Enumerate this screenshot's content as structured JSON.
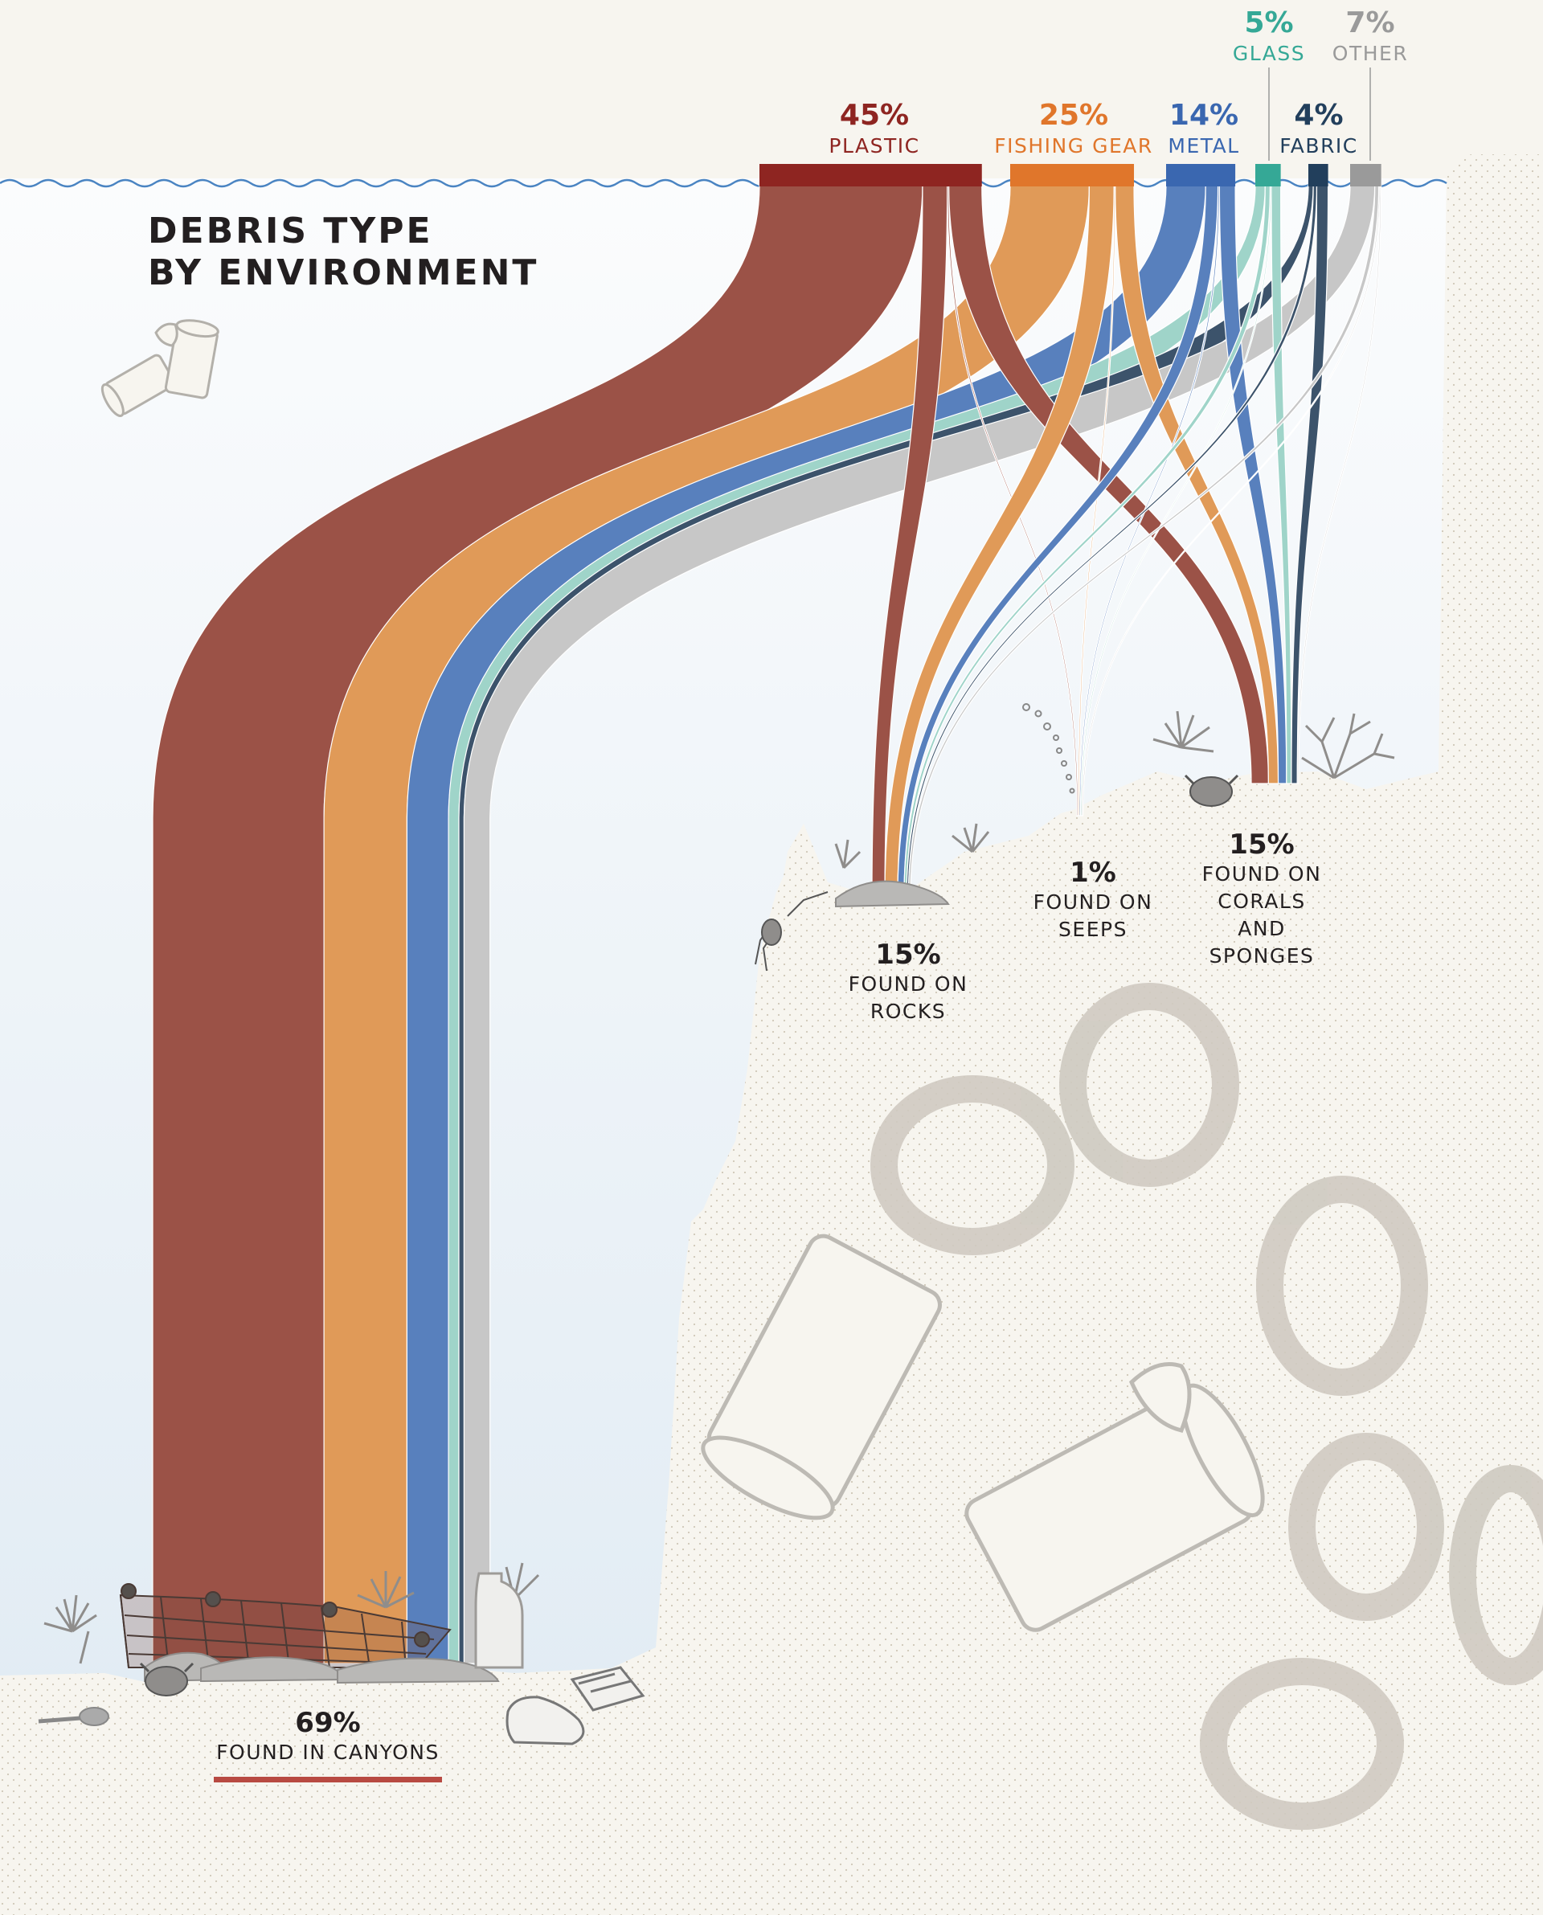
{
  "title_line1": "DEBRIS TYPE",
  "title_line2": "BY ENVIRONMENT",
  "chart_data": {
    "type": "sankey",
    "sources": [
      {
        "name": "PLASTIC",
        "pct": "45%",
        "value": 45,
        "color": "#8e2521",
        "flow_color": "#9b5247"
      },
      {
        "name": "FISHING GEAR",
        "pct": "25%",
        "value": 25,
        "color": "#e0762b",
        "flow_color": "#e09a58"
      },
      {
        "name": "METAL",
        "pct": "14%",
        "value": 14,
        "color": "#3a67b0",
        "flow_color": "#5880bd"
      },
      {
        "name": "GLASS",
        "pct": "5%",
        "value": 5,
        "color": "#35a896",
        "flow_color": "#9fd4c9"
      },
      {
        "name": "FABRIC",
        "pct": "4%",
        "value": 4,
        "color": "#223f5c",
        "flow_color": "#3c536b"
      },
      {
        "name": "OTHER",
        "pct": "7%",
        "value": 7,
        "color": "#9a9a9a",
        "flow_color": "#c7c7c7"
      }
    ],
    "targets": [
      {
        "pct": "69%",
        "name": "FOUND IN CANYONS",
        "value": 69
      },
      {
        "pct": "15%",
        "name": "FOUND ON ROCKS",
        "value": 15
      },
      {
        "pct": "1%",
        "name": "FOUND ON SEEPS",
        "value": 1
      },
      {
        "pct": "15%",
        "name": "FOUND ON CORALS AND SPONGES",
        "value": 15
      }
    ],
    "env_label_lines": {
      "rocks": [
        "FOUND ON",
        "ROCKS"
      ],
      "seeps": [
        "FOUND ON",
        "SEEPS"
      ],
      "corals": [
        "FOUND ON",
        "CORALS",
        "AND",
        "SPONGES"
      ]
    },
    "flows": [
      {
        "source": "PLASTIC",
        "target": "FOUND IN CANYONS",
        "value": 33
      },
      {
        "source": "FISHING GEAR",
        "target": "FOUND IN CANYONS",
        "value": 16
      },
      {
        "source": "METAL",
        "target": "FOUND IN CANYONS",
        "value": 8
      },
      {
        "source": "GLASS",
        "target": "FOUND IN CANYONS",
        "value": 2
      },
      {
        "source": "FABRIC",
        "target": "FOUND IN CANYONS",
        "value": 1
      },
      {
        "source": "OTHER",
        "target": "FOUND IN CANYONS",
        "value": 5
      },
      {
        "source": "PLASTIC",
        "target": "FOUND ON ROCKS",
        "value": 5
      },
      {
        "source": "FISHING GEAR",
        "target": "FOUND ON ROCKS",
        "value": 5
      },
      {
        "source": "METAL",
        "target": "FOUND ON ROCKS",
        "value": 2.5
      },
      {
        "source": "GLASS",
        "target": "FOUND ON ROCKS",
        "value": 1
      },
      {
        "source": "FABRIC",
        "target": "FOUND ON ROCKS",
        "value": 0.7
      },
      {
        "source": "OTHER",
        "target": "FOUND ON ROCKS",
        "value": 0.8
      },
      {
        "source": "PLASTIC",
        "target": "FOUND ON SEEPS",
        "value": 0.3
      },
      {
        "source": "FISHING GEAR",
        "target": "FOUND ON SEEPS",
        "value": 0.2
      },
      {
        "source": "METAL",
        "target": "FOUND ON SEEPS",
        "value": 0.3
      },
      {
        "source": "GLASS",
        "target": "FOUND ON SEEPS",
        "value": 0.1
      },
      {
        "source": "OTHER",
        "target": "FOUND ON SEEPS",
        "value": 0.1
      },
      {
        "source": "PLASTIC",
        "target": "FOUND ON CORALS AND SPONGES",
        "value": 6.7
      },
      {
        "source": "FISHING GEAR",
        "target": "FOUND ON CORALS AND SPONGES",
        "value": 3.8
      },
      {
        "source": "METAL",
        "target": "FOUND ON CORALS AND SPONGES",
        "value": 3.2
      },
      {
        "source": "GLASS",
        "target": "FOUND ON CORALS AND SPONGES",
        "value": 1.9
      },
      {
        "source": "FABRIC",
        "target": "FOUND ON CORALS AND SPONGES",
        "value": 2.3
      },
      {
        "source": "OTHER",
        "target": "FOUND ON CORALS AND SPONGES",
        "value": 0.1
      }
    ]
  },
  "colors": {
    "water_top": "#fbfcfd",
    "water_bottom": "#e2ecf4",
    "ground": "#f7f5ef",
    "wave": "#4a84c2",
    "text": "#231f20",
    "canyon_underline": "#b84a42"
  },
  "icons": [
    "cans-icon",
    "crab-icon",
    "coral-icon",
    "sponge-icon",
    "rock-icon",
    "net-icon",
    "sneaker-icon",
    "spoon-icon",
    "jug-icon",
    "container-icon",
    "bubbles-icon",
    "six-pack-ring-icon"
  ]
}
